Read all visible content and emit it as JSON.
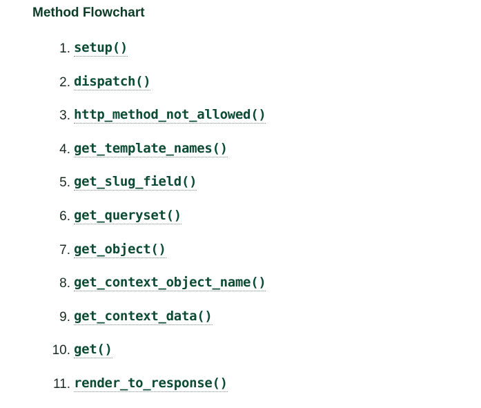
{
  "heading": "Method Flowchart",
  "items": [
    {
      "number": "1.",
      "label": "setup()"
    },
    {
      "number": "2.",
      "label": "dispatch()"
    },
    {
      "number": "3.",
      "label": "http_method_not_allowed()"
    },
    {
      "number": "4.",
      "label": "get_template_names()"
    },
    {
      "number": "5.",
      "label": "get_slug_field()"
    },
    {
      "number": "6.",
      "label": "get_queryset()"
    },
    {
      "number": "7.",
      "label": "get_object()"
    },
    {
      "number": "8.",
      "label": "get_context_object_name()"
    },
    {
      "number": "9.",
      "label": "get_context_data()"
    },
    {
      "number": "10.",
      "label": "get()"
    },
    {
      "number": "11.",
      "label": "render_to_response()"
    }
  ],
  "colors": {
    "heading": "#0c3c26",
    "link": "#0c4b33"
  }
}
